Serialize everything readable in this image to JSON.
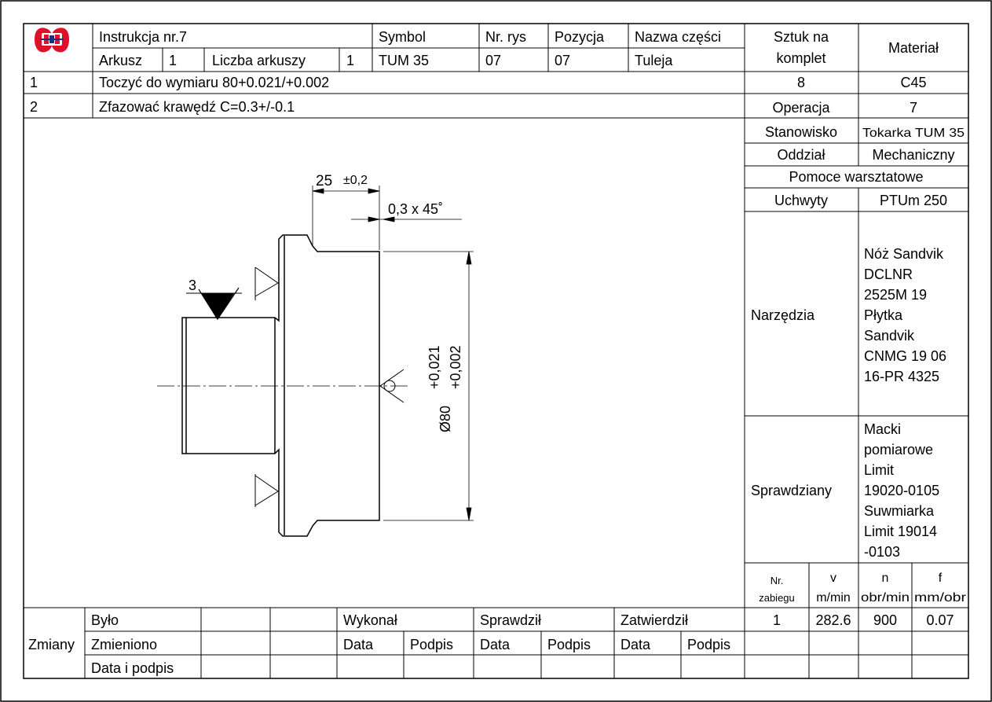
{
  "header": {
    "instrukcja": "Instrukcja nr.7",
    "symbol_label": "Symbol",
    "nr_rys_label": "Nr. rys",
    "pozycja_label": "Pozycja",
    "nazwa_label": "Nazwa części",
    "arkusz_label": "Arkusz",
    "arkusz_value": "1",
    "liczba_label": "Liczba arkuszy",
    "liczba_value": "1",
    "symbol_value": "TUM 35",
    "nr_rys_value": "07",
    "pozycja_value": "07",
    "nazwa_value": "Tuleja"
  },
  "steps": [
    {
      "nr": "1",
      "text": "Toczyć do wymiaru 80+0.021/+0.002"
    },
    {
      "nr": "2",
      "text": "Zfazować krawędź C=0.3+/-0.1"
    }
  ],
  "side": {
    "sztuk_line1": "Sztuk na",
    "sztuk_line2": "komplet",
    "material_label": "Materiał",
    "sztuk_value": "8",
    "material_value": "C45",
    "operacja_label": "Operacja",
    "operacja_value": "7",
    "stanowisko_label": "Stanowisko",
    "stanowisko_value": "Tokarka TUM 35",
    "oddzial_label": "Oddział",
    "oddzial_value": "Mechaniczny",
    "pomoce_label": "Pomoce warsztatowe",
    "uchwyty_label": "Uchwyty",
    "uchwyty_value": "PTUm 250",
    "narzedzia_label": "Narzędzia",
    "narzedzia_lines": [
      "Nóż Sandvik",
      "DCLNR",
      "2525M 19",
      "Płytka",
      "Sandvik",
      "CNMG 19 06",
      "16-PR 4325"
    ],
    "sprawdziany_label": "Sprawdziany",
    "sprawdziany_lines": [
      "Macki",
      "pomiarowe",
      "Limit",
      "19020-0105",
      "Suwmiarka",
      "Limit 19014",
      "-0103"
    ]
  },
  "params": {
    "nr_line1": "Nr.",
    "nr_line2": "zabiegu",
    "v_label": "v",
    "v_unit": "m/min",
    "n_label": "n",
    "n_unit": "obr/min",
    "f_label": "f",
    "f_unit": "mm/obr",
    "row": {
      "nr": "1",
      "v": "282.6",
      "n": "900",
      "f": "0.07"
    }
  },
  "footer": {
    "zmiany": "Zmiany",
    "bylo": "Było",
    "zmieniono": "Zmieniono",
    "data_i_podpis": "Data i podpis",
    "wykonal": "Wykonał",
    "sprawdzil": "Sprawdził",
    "zatwierdzil": "Zatwierdził",
    "data": "Data",
    "podpis": "Podpis"
  },
  "drawing": {
    "dim_length": "25",
    "dim_length_tol": "±0,2",
    "chamfer": "0,3  x  45˚",
    "roughness": "3",
    "diameter": "Ø80",
    "tol_upper": "+0,021",
    "tol_lower": "+0,002"
  },
  "colors": {
    "logo_red": "#e0102a",
    "logo_blue": "#1a2f8c"
  }
}
